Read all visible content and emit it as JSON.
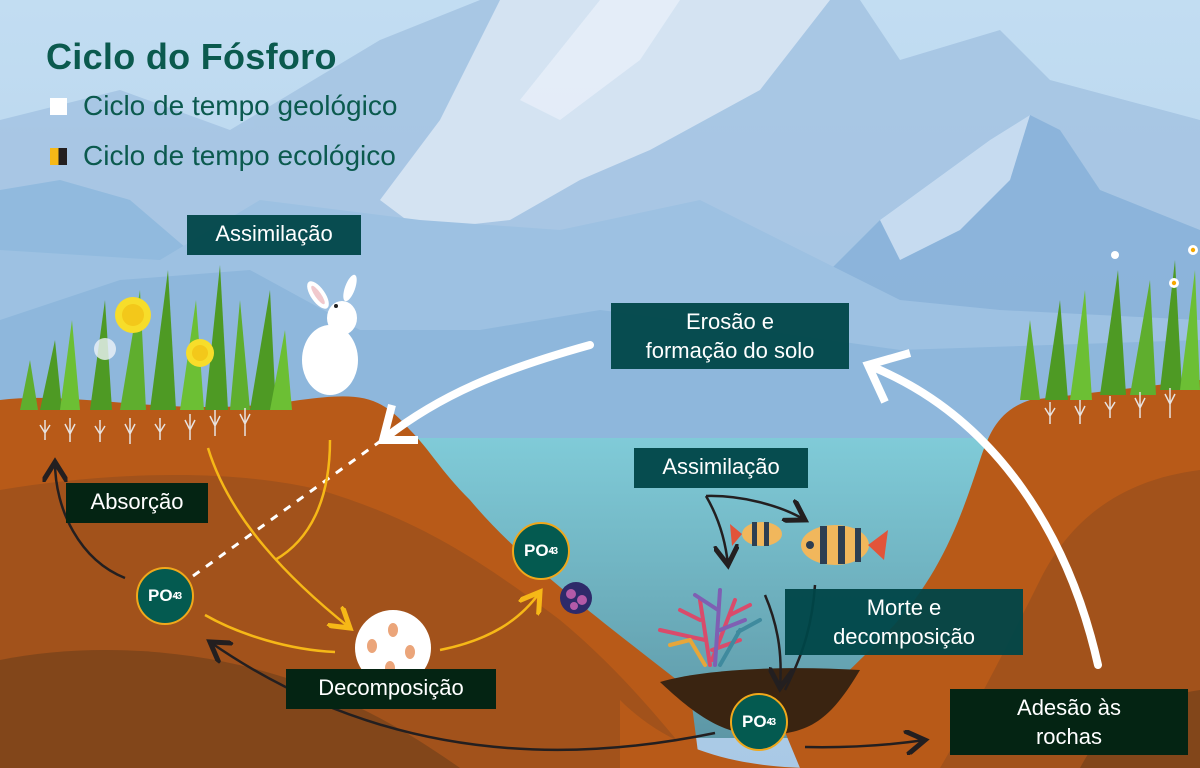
{
  "title": "Ciclo do Fósforo",
  "legend": [
    {
      "label": "Ciclo de tempo geológico",
      "swatch": "white",
      "color": "#ffffff"
    },
    {
      "label": "Ciclo de tempo ecológico",
      "swatch": "yellow-black",
      "colors": [
        "#f6b817",
        "#231f20"
      ]
    }
  ],
  "labels": {
    "assimilation_land": "Assimilação",
    "absorption": "Absorção",
    "decomposition": "Decomposição",
    "erosion_line1": "Erosão e",
    "erosion_line2": "formação do solo",
    "assimilation_water": "Assimilação",
    "death_line1": "Morte e",
    "death_line2": "decomposição",
    "adhesion_line1": "Adesão às",
    "adhesion_line2": "rochas"
  },
  "phosphate": {
    "base": "PO",
    "subscript": "4",
    "superscript": "-3"
  },
  "colors": {
    "title_text": "#0b5a4e",
    "label_teal": "#004648",
    "label_dark": "#042413",
    "phosphate_fill": "#045a50",
    "phosphate_border": "#f0a81b",
    "ecological_arrow": "#f6b817",
    "soil": "#b85a18",
    "water": "#7ec8d6",
    "sky": "#bcd8ef"
  }
}
